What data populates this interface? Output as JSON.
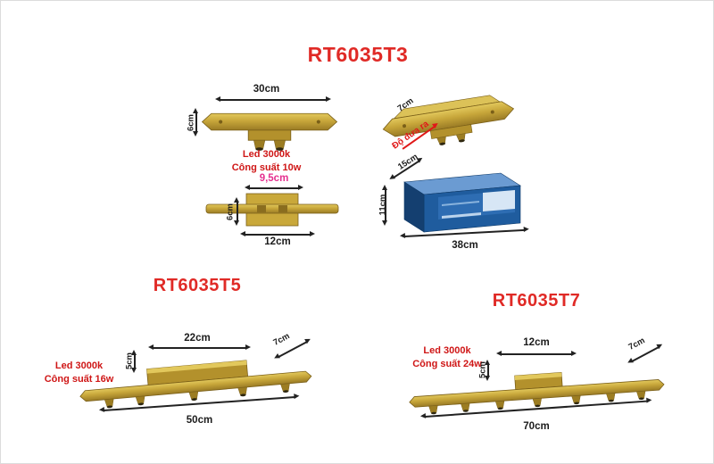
{
  "colors": {
    "title_red": "#e02a26",
    "spec_red": "#cf1616",
    "dimension_black": "#1c1c1c",
    "dimension_pink": "#e5308f",
    "annotation_red": "#e01818",
    "fixture_gold": "#c7a63a",
    "box_blue": "#1f5c9e"
  },
  "products": {
    "t3": {
      "title": "RT6035T3",
      "spec_line1": "Led 3000k",
      "spec_line2": "Công suất 10w",
      "front_width": "30cm",
      "front_height": "6cm",
      "side_depth": "7cm",
      "side_protrude_label": "Độ đưa ra",
      "top_inner_width": "9,5cm",
      "top_height": "6cm",
      "top_base_width": "12cm",
      "box_depth": "15cm",
      "box_height": "11cm",
      "box_width": "38cm"
    },
    "t5": {
      "title": "RT6035T5",
      "spec_line1": "Led 3000k",
      "spec_line2": "Công suất 16w",
      "center_width": "22cm",
      "depth": "7cm",
      "height": "5cm",
      "total_length": "50cm"
    },
    "t7": {
      "title": "RT6035T7",
      "spec_line1": "Led 3000k",
      "spec_line2": "Công suất 24w",
      "center_width": "12cm",
      "depth": "7cm",
      "height": "5cm",
      "total_length": "70cm"
    }
  }
}
